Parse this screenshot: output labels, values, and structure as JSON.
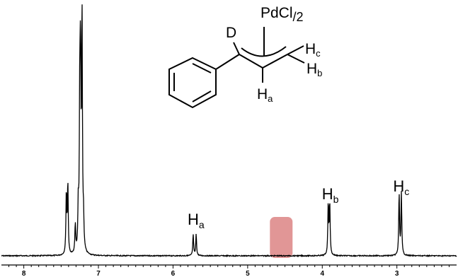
{
  "structure": {
    "labels": {
      "pd": "PdCl",
      "pd_sub": "/2",
      "deuterium": "D",
      "hc_main": "H",
      "hc_sub": "c",
      "hb_main": "H",
      "hb_sub": "b",
      "ha_main": "H",
      "ha_sub": "a"
    }
  },
  "spectrum": {
    "axis": {
      "min_ppm": 2.2,
      "max_ppm": 8.3,
      "ticks": [
        "8",
        "7",
        "6",
        "5",
        "4",
        "3"
      ]
    },
    "peaks": [
      {
        "ppm": 7.43,
        "height": 0.26
      },
      {
        "ppm": 7.41,
        "height": 0.3
      },
      {
        "ppm": 7.31,
        "height": 0.12
      },
      {
        "ppm": 7.27,
        "height": 0.18
      },
      {
        "ppm": 7.25,
        "height": 0.6
      },
      {
        "ppm": 7.24,
        "height": 0.72
      },
      {
        "ppm": 7.22,
        "height": 1.0
      },
      {
        "ppm": 7.2,
        "height": 0.12
      },
      {
        "ppm": 5.73,
        "height": 0.09
      },
      {
        "ppm": 5.69,
        "height": 0.09
      },
      {
        "ppm": 3.92,
        "height": 0.22
      },
      {
        "ppm": 3.9,
        "height": 0.22
      },
      {
        "ppm": 2.97,
        "height": 0.26
      },
      {
        "ppm": 2.94,
        "height": 0.26
      }
    ],
    "peak_labels": [
      {
        "main": "H",
        "sub": "a",
        "ppm": 5.71
      },
      {
        "main": "H",
        "sub": "b",
        "ppm": 3.91
      },
      {
        "main": "H",
        "sub": "c",
        "ppm": 2.955
      }
    ],
    "highlight": {
      "ppm": 4.55,
      "color": "#d46a6a"
    }
  }
}
